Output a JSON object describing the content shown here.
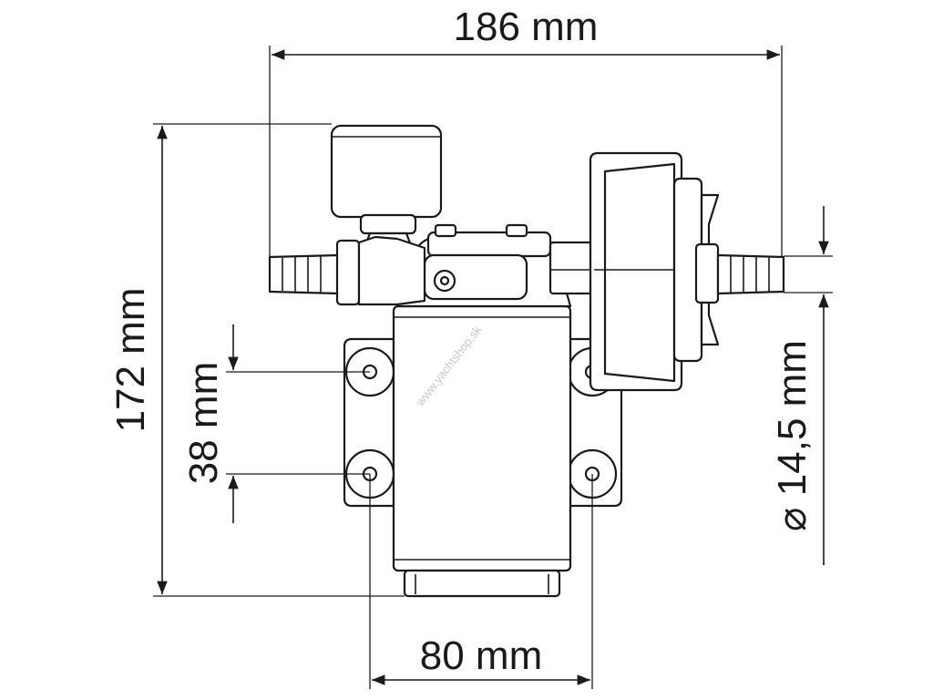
{
  "dimensions": {
    "overall_width": "186 mm",
    "overall_height": "172 mm",
    "mount_hole_vertical_spacing": "38 mm",
    "mount_hole_horizontal_spacing": "80 mm",
    "hose_port_diameter": "⌀ 14,5 mm"
  },
  "watermark": "www.yachtshop.sk",
  "colors": {
    "line": "#1a1a1a",
    "background": "#ffffff",
    "watermark": "#c8c8c8"
  }
}
